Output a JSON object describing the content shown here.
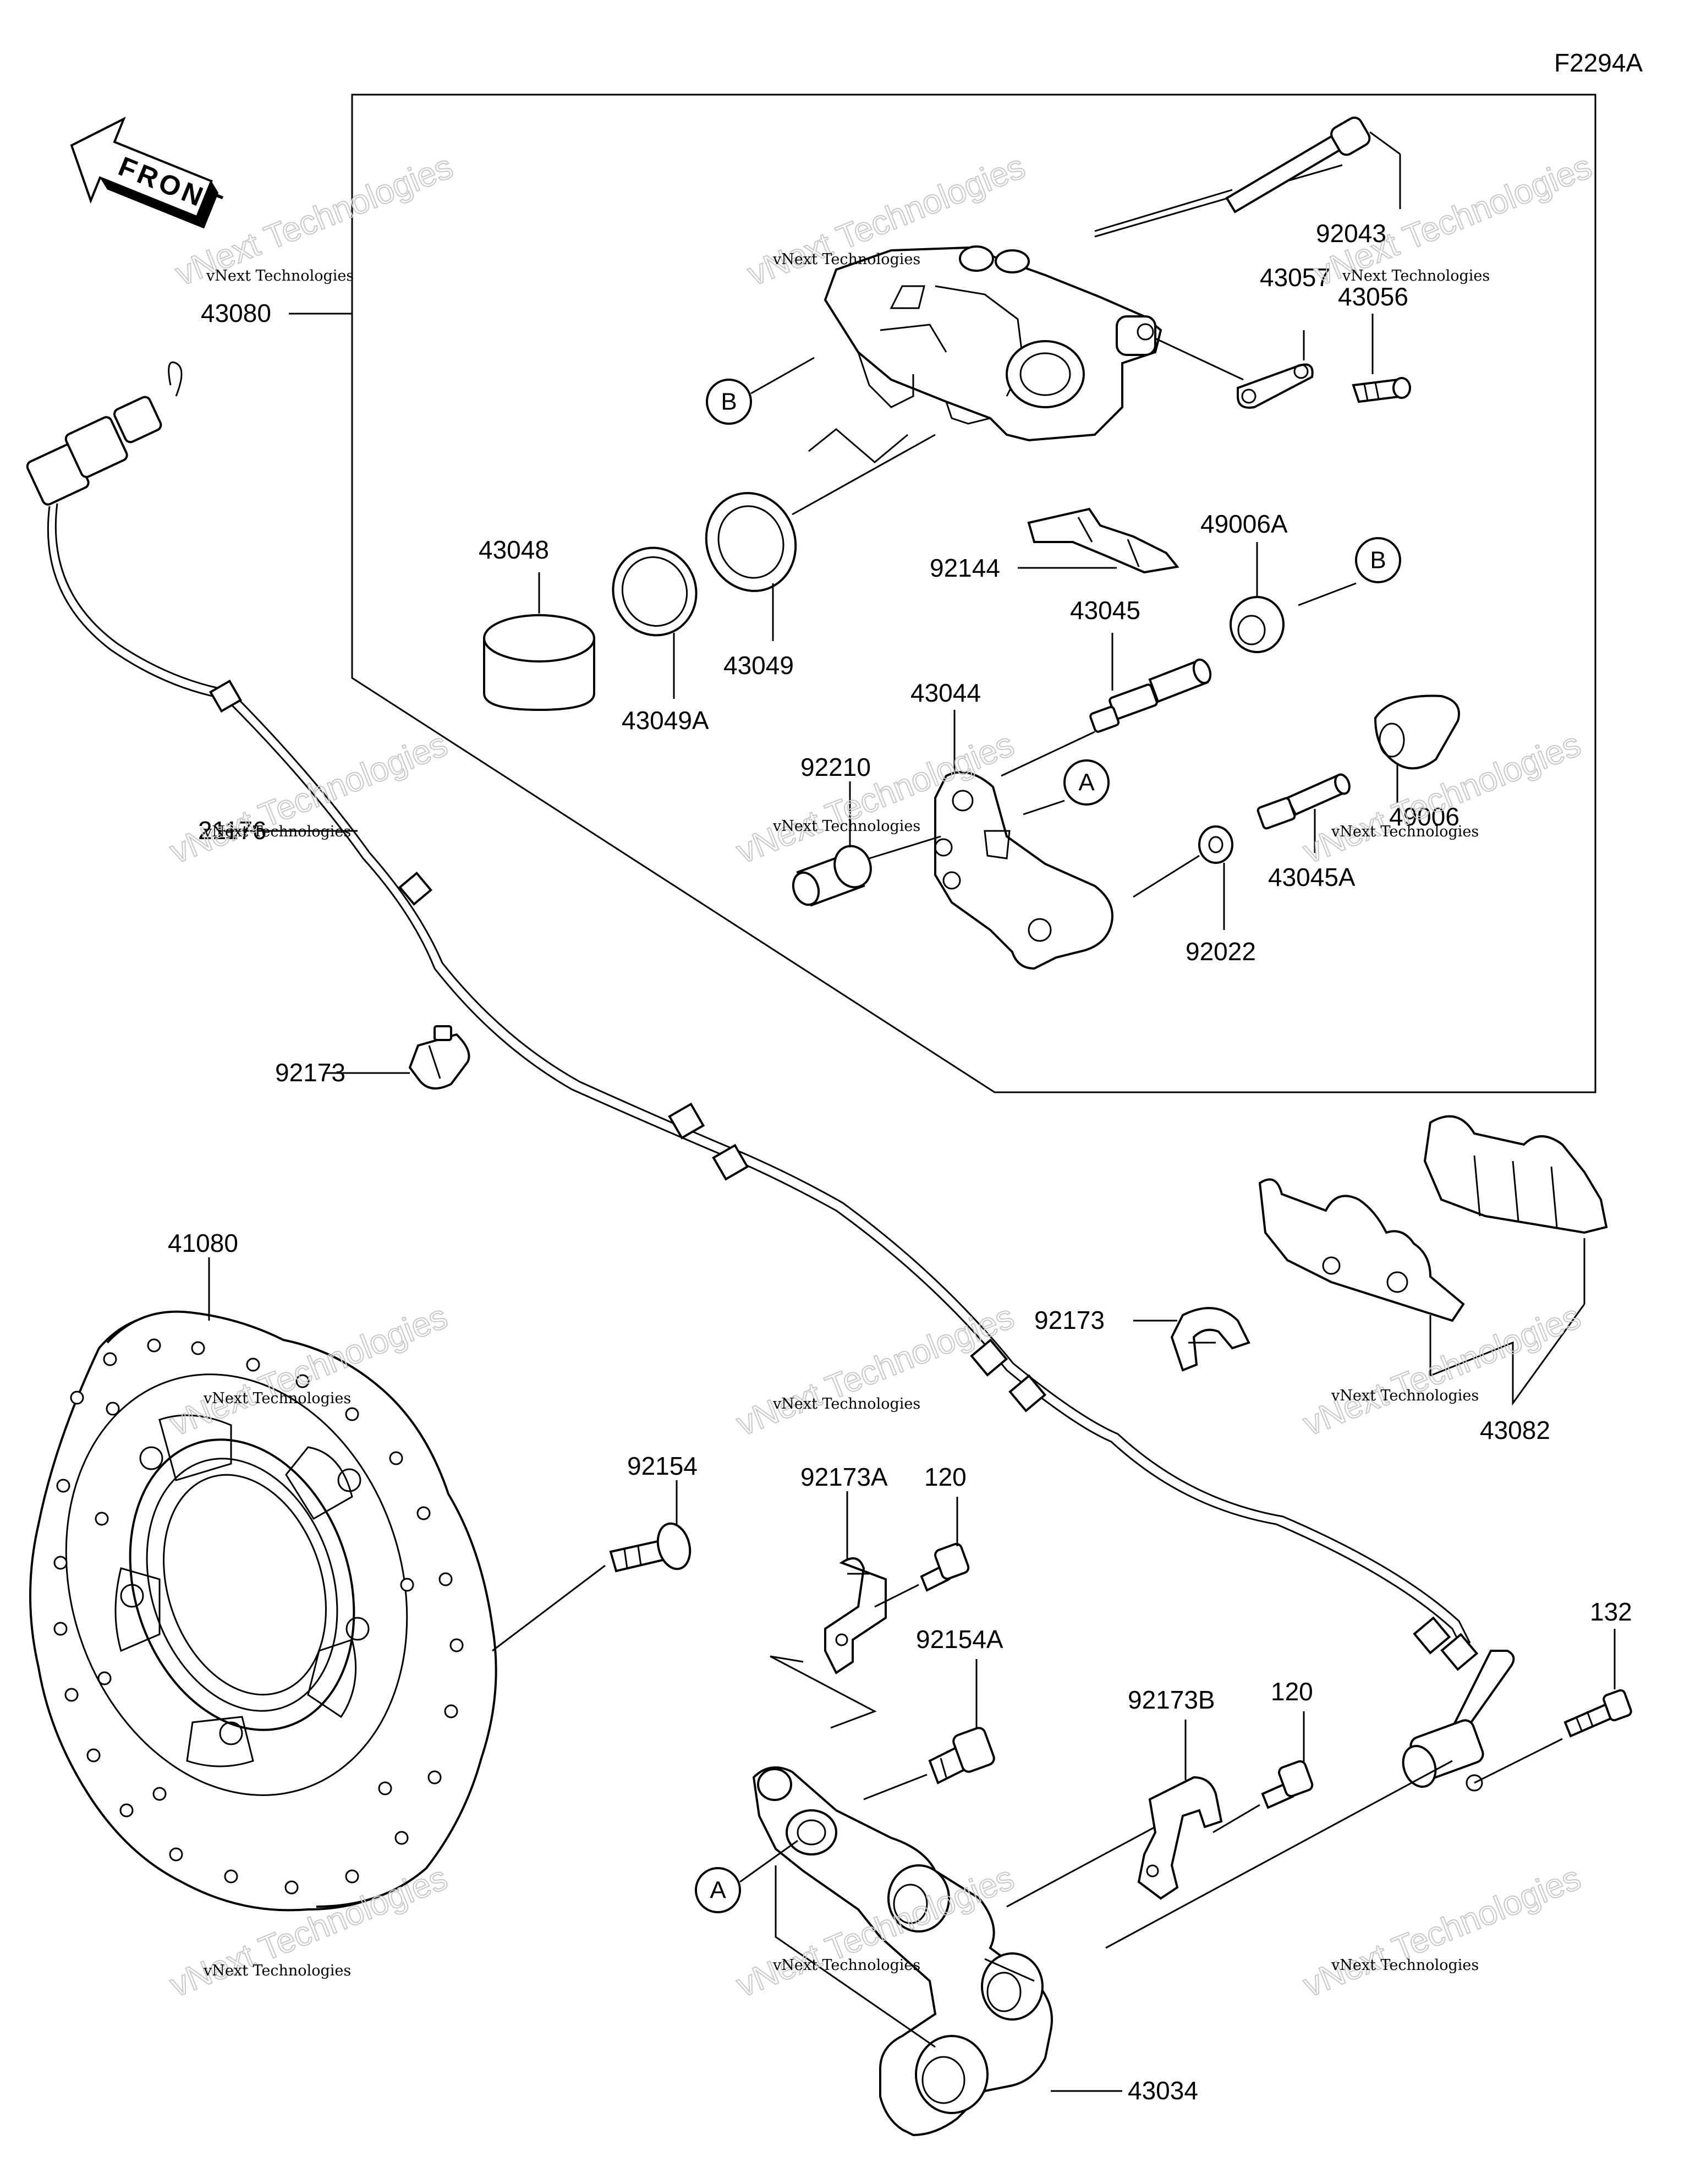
{
  "diagram": {
    "code": "F2294A",
    "front_label": "FRONT",
    "watermark_small": "vNext Technologies",
    "watermark_big": "vNext Technologies",
    "ref_A": "A",
    "ref_B": "B",
    "parts": {
      "p92043": "92043",
      "p43080": "43080",
      "p43057": "43057",
      "p43056": "43056",
      "p43048": "43048",
      "p92144": "92144",
      "p49006A": "49006A",
      "p43045": "43045",
      "p43049": "43049",
      "p43049A": "43049A",
      "p43044": "43044",
      "p92210": "92210",
      "p21176": "21176",
      "p49006": "49006",
      "p43045A": "43045A",
      "p92022": "92022",
      "p92173_top": "92173",
      "p41080": "41080",
      "p92173_mid": "92173",
      "p43082": "43082",
      "p92154": "92154",
      "p92173A": "92173A",
      "p120_top": "120",
      "p92154A": "92154A",
      "p132": "132",
      "p92173B": "92173B",
      "p120_bot": "120",
      "p43034": "43034"
    }
  }
}
